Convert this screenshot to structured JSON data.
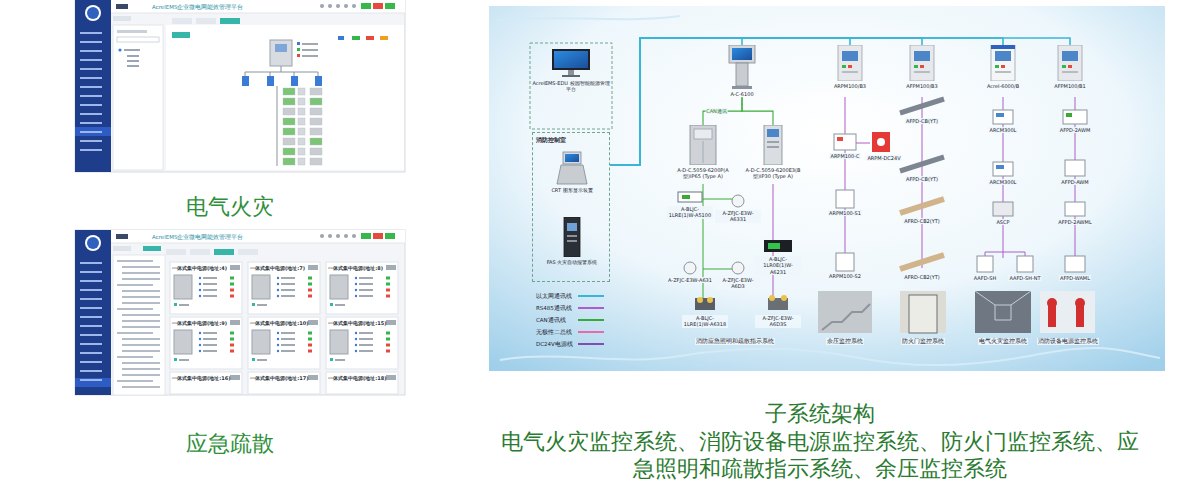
{
  "diagram": {
    "nodes": [
      {
        "text": [
          "AcrelEMS-EDU 校园智能能源管理平台"
        ]
      },
      {
        "text": [
          "消防控制室"
        ]
      },
      {
        "text": [
          "CRT 图形显示装置"
        ],
        "in": 1
      },
      {
        "text": [
          "FAS 火灾自动报警系统"
        ],
        "in": 1
      },
      {
        "text": [
          "A-C-6100"
        ]
      },
      {
        "text": [
          "ARPM100/B3"
        ]
      },
      {
        "text": [
          "AFPM100/B3"
        ]
      },
      {
        "text": [
          "Acrel-6000/B"
        ]
      },
      {
        "text": [
          "AFPM100/B1"
        ]
      },
      {
        "text": [
          "A-D-C.5059-6200P(A型)IP65 (Type A)"
        ]
      },
      {
        "text": [
          "A-D-C.5059-6200E3(B型)IP30 (Type A)"
        ]
      }
    ],
    "edges": [
      {
        "from": 1,
        "to": 4,
        "arrow": "none"
      },
      {
        "from": 1,
        "to": 5,
        "arrow": "none"
      },
      {
        "from": 1,
        "to": 6,
        "arrow": "none"
      },
      {
        "from": 1,
        "to": 7,
        "arrow": "none"
      },
      {
        "from": 1,
        "to": 8,
        "arrow": "none"
      },
      {
        "from": 4,
        "to": 9,
        "label": "CAN通讯",
        "arrow": "none"
      },
      {
        "from": 4,
        "to": 10,
        "arrow": "none"
      }
    ],
    "labels": [
      "AcrelEMS企业微电网能效管理平台",
      "AcrelEMS企业微电网能效管理平台",
      "一体式集中电源(地址:4)",
      "一体式集中电源(地址:7)",
      "一体式集中电源(地址:8)",
      "一体式集中电源(地址:9)",
      "一体式集中电源(地址:10)",
      "一体式集中电源(地址:15)",
      "一体式集中电源(地址:16)",
      "一体式集中电源(地址:17)",
      "一体式集中电源(地址:18)",
      "电气火灾",
      "应急疏散",
      "子系统架构",
      "电气火灾监控系统、消防设备电源监控系统、防火门监控系统、应急照明和疏散指示系统、余压监控系统",
      "消防应急照明和疏散指示系统",
      "余压监控系统",
      "防火门监控系统",
      "电气火灾监控系统",
      "消防设备电源监控系统",
      "A-BLJC-1LRE(1)W-A5100",
      "A-ZFJC-E3W-A6331",
      "A-ZFJC-E3W-A631",
      "A-ZFJC-E3W-A6D3",
      "A-BLJC-1LRE(1)W-A6318",
      "A-BLJC-1LR0E(1)W-A6231",
      "A-ZFJC-E3W-A6D3S",
      "ARPM100-C",
      "ARPM-DC24V",
      "ARPM100-S1",
      "ARPM100-S2",
      "AFPD-CB(YT)",
      "AFPD-CB(YT)",
      "AFRD-CB2(YT)",
      "AFRD-CB2(YT)",
      "ARCM300L",
      "ARCM300L",
      "ASCP",
      "AAFD-SH",
      "AAFD-SH-NT",
      "AFPD-2AWM",
      "AFPD-AWM",
      "AFPD-2AWML",
      "AFPD-WAML"
    ],
    "legend": [
      {
        "text": "以太网通讯线",
        "color": "#38b6d8"
      },
      {
        "text": "RS485通讯线",
        "color": "#b05cc8"
      },
      {
        "text": "CAN通讯线",
        "color": "#3aaa35"
      },
      {
        "text": "无极性二总线",
        "color": "#e86aa8"
      },
      {
        "text": "DC24V电源线",
        "color": "#7f4fb0"
      }
    ]
  }
}
